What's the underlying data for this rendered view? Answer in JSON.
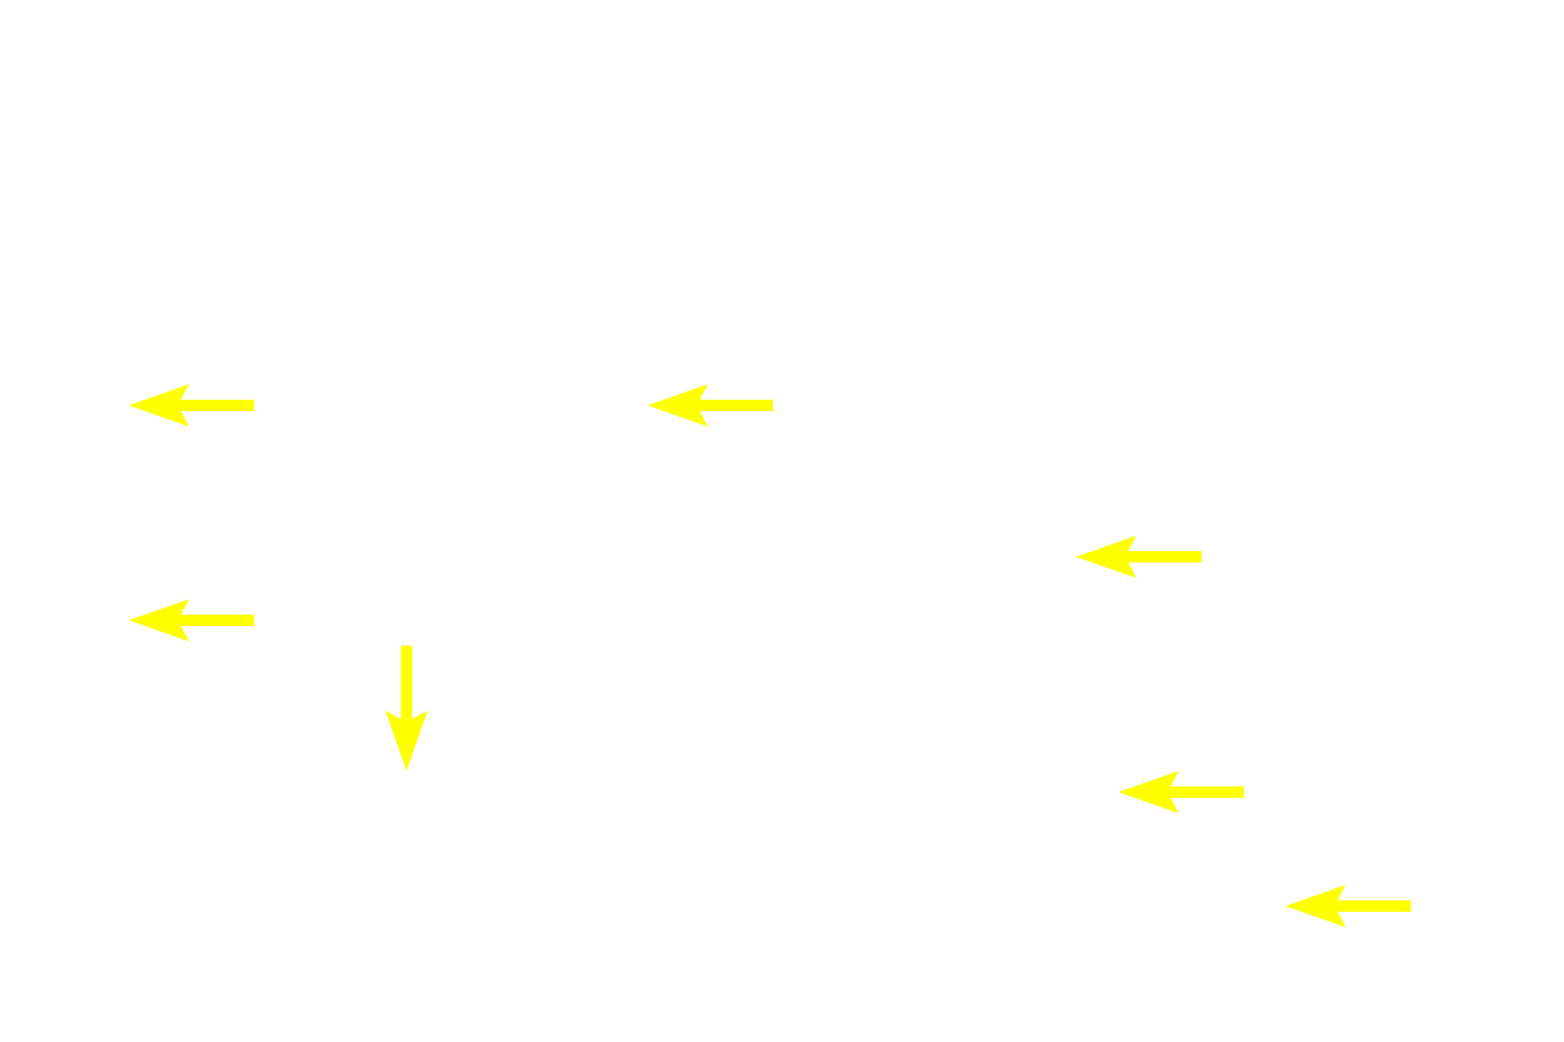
{
  "background_color": "#ffffff",
  "arrow_color": "#ffff00",
  "arrows": [
    {
      "direction": "left"
    },
    {
      "direction": "left"
    },
    {
      "direction": "left"
    },
    {
      "direction": "left"
    },
    {
      "direction": "down"
    },
    {
      "direction": "left"
    },
    {
      "direction": "left"
    }
  ]
}
